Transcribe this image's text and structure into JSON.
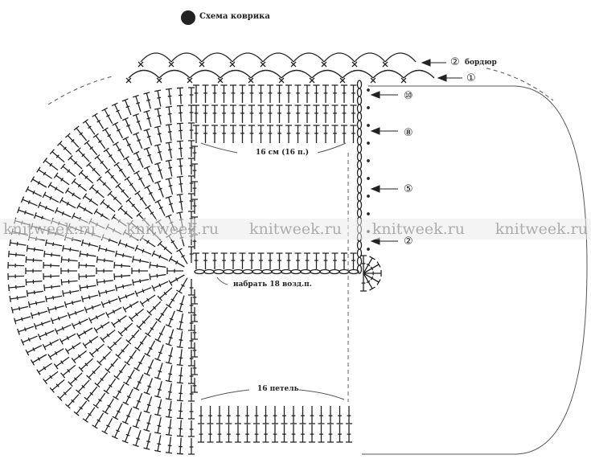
{
  "title": "Схема коврика",
  "labels": {
    "border": "бордюр",
    "width_note": "16 см (16 п.)",
    "chain_note": "набрать 18 возд.п.",
    "bottom_note": "16 петель"
  },
  "row_markers": {
    "border_row2": "②",
    "border_row1": "①",
    "row10": "⑩",
    "row8": "⑧",
    "row5": "⑤",
    "row2": "②"
  },
  "watermark": [
    "knitweek.ru",
    "knitweek.ru",
    "knitweek.ru",
    "knitweek.ru",
    "knitweek.ru"
  ],
  "colors": {
    "ink": "#222222",
    "outline": "#555555"
  }
}
